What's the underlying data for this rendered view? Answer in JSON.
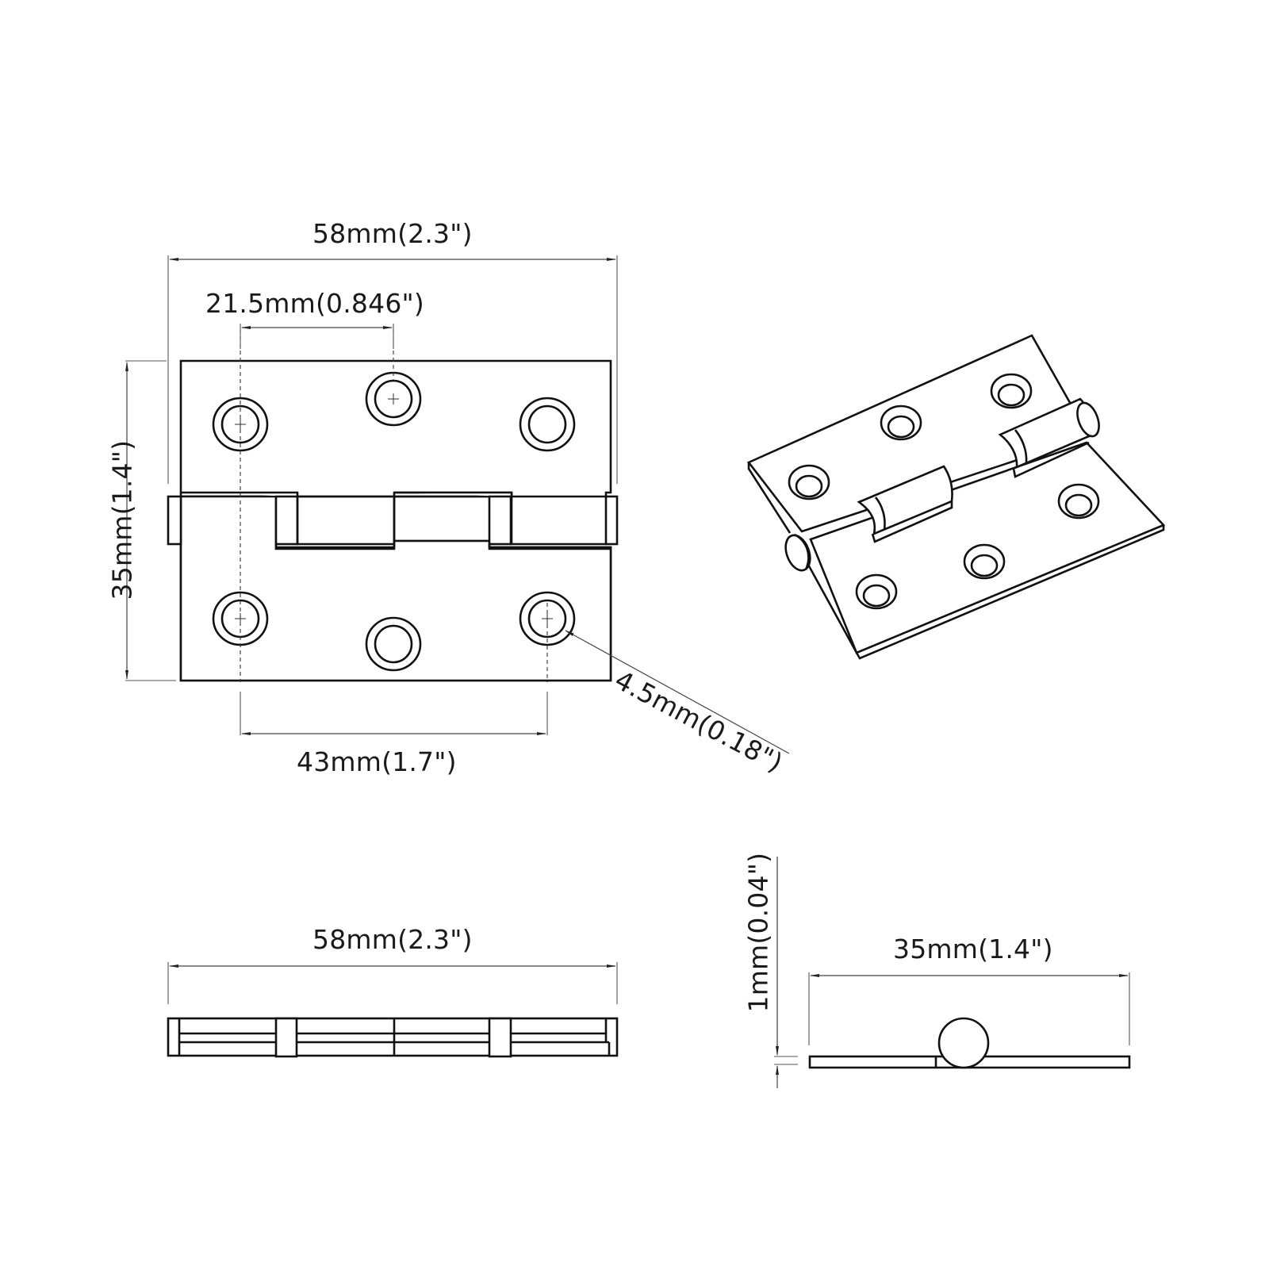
{
  "drawing": {
    "title": "Butt hinge dimension drawing",
    "views": [
      "front-view",
      "isometric-view",
      "top-view",
      "side-view"
    ],
    "colors": {
      "line": "#111111",
      "dimension": "#444444",
      "background": "#ffffff"
    }
  },
  "front_view": {
    "overall_width": "58mm(2.3\")",
    "hole_spacing_top": "21.5mm(0.846\")",
    "overall_height": "35mm(1.4\")",
    "hole_spacing_bottom": "43mm(1.7\")",
    "hole_diameter": "4.5mm(0.18\")",
    "hole_count": 6
  },
  "isometric_view": {
    "hole_count": 6,
    "knuckle_count": 5
  },
  "top_view": {
    "overall_width": "58mm(2.3\")"
  },
  "side_view": {
    "thickness": "1mm(0.04\")",
    "open_width": "35mm(1.4\")"
  }
}
